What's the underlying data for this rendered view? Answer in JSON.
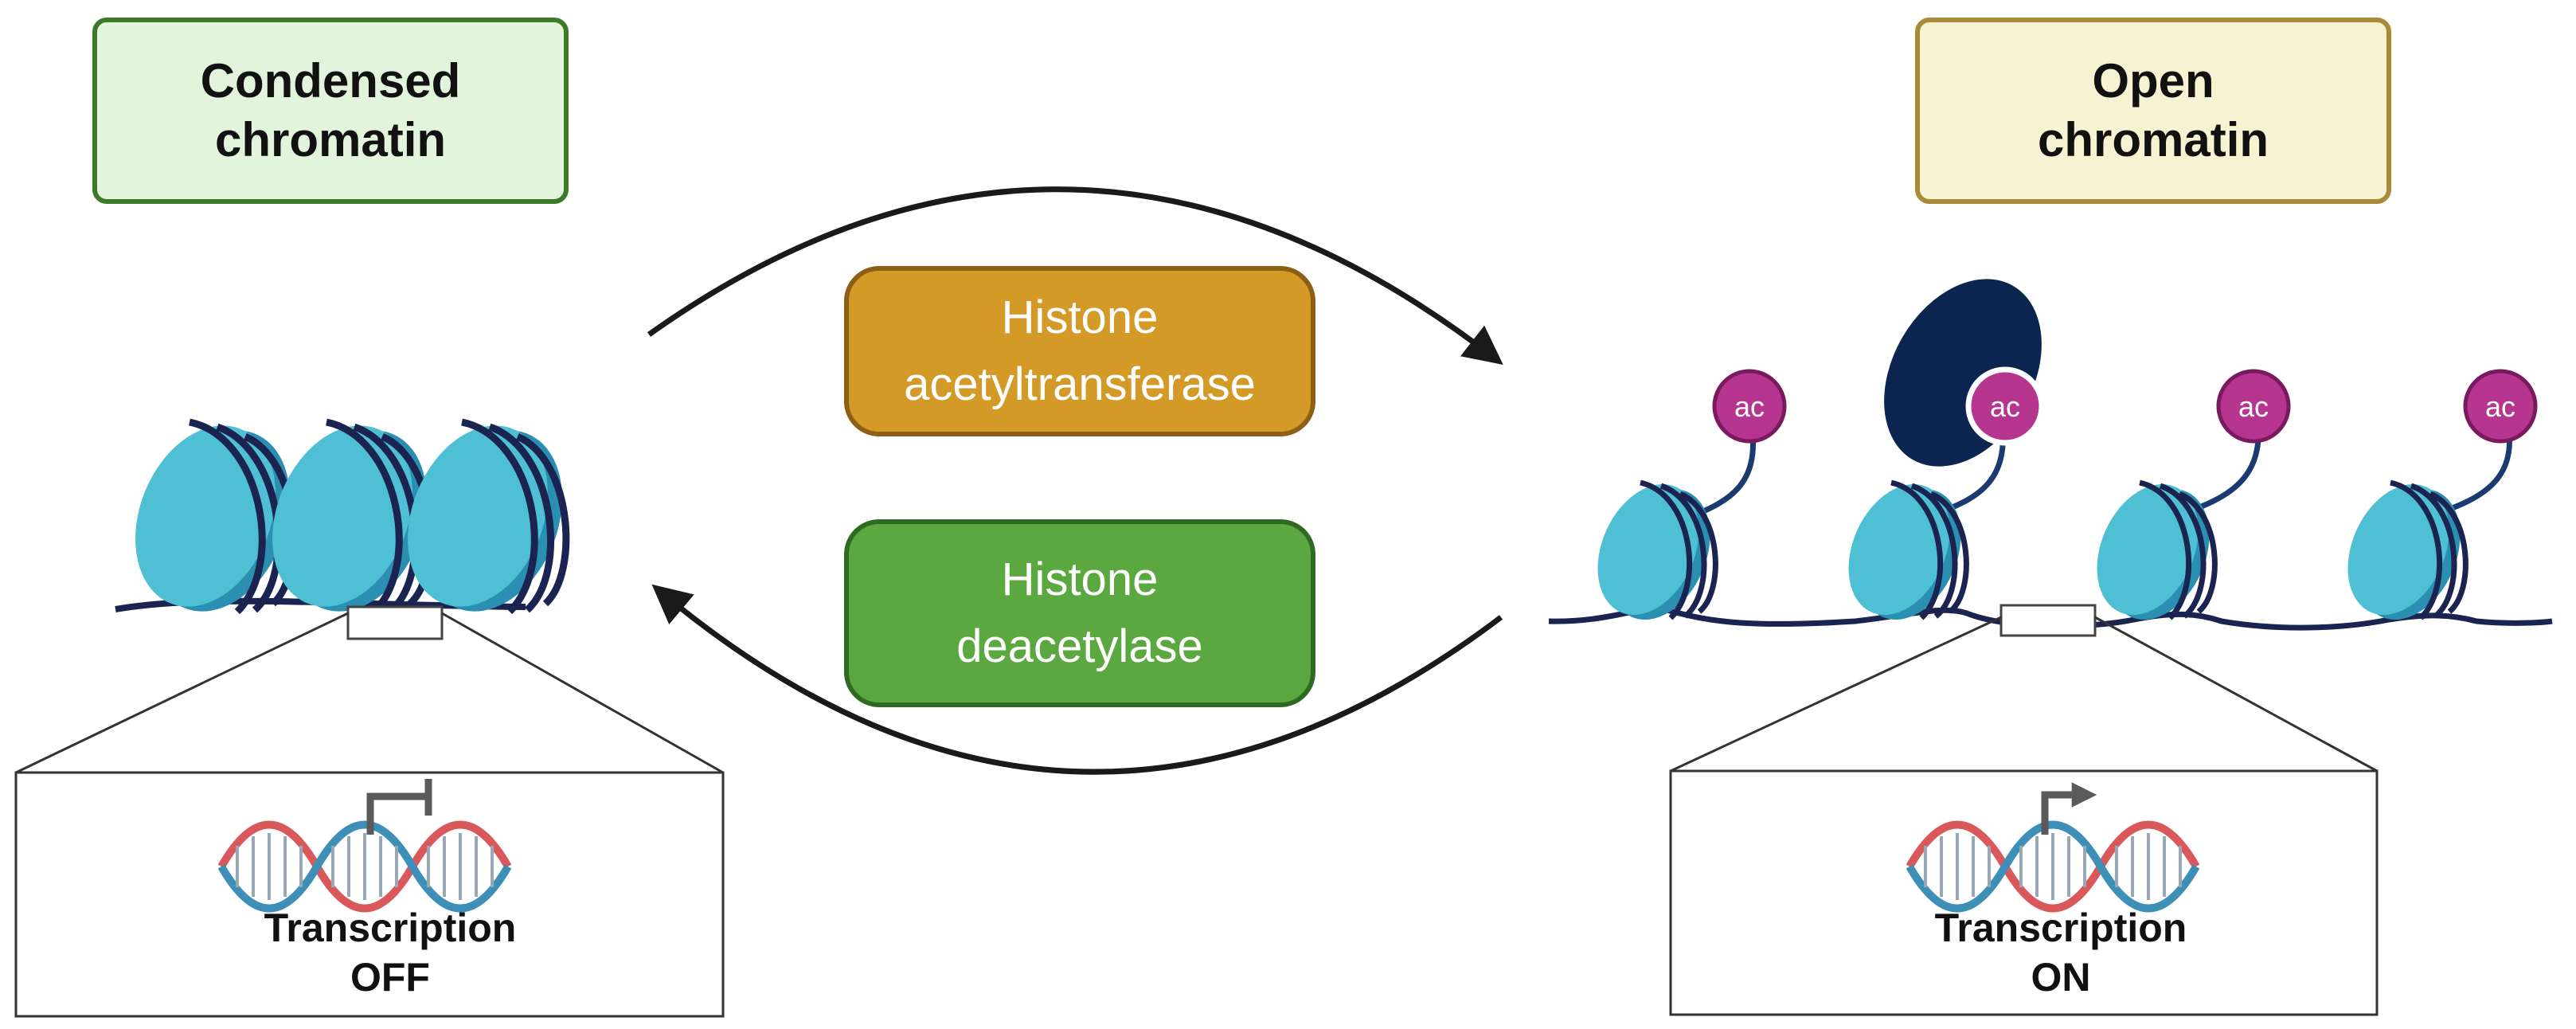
{
  "states": {
    "condensed": {
      "line1": "Condensed",
      "line2": "chromatin"
    },
    "open": {
      "line1": "Open",
      "line2": "chromatin"
    }
  },
  "enzymes": {
    "acetyltransferase": {
      "line1": "Histone",
      "line2": "acetyltransferase"
    },
    "deacetylase": {
      "line1": "Histone",
      "line2": "deacetylase"
    }
  },
  "acetyl_marks": [
    "ac",
    "ac",
    "ac",
    "ac"
  ],
  "transcription": {
    "off": {
      "line1": "Transcription",
      "line2": "OFF"
    },
    "on": {
      "line1": "Transcription",
      "line2": "ON"
    }
  },
  "colors": {
    "nucleosome": "#4fbfd4",
    "nucleosome_dark": "#2a8fb0",
    "dna_wrap": "#1b2350",
    "acetyl": "#b5358f",
    "transcription_factor": "#0b2550",
    "dna_red": "#d9585a",
    "dna_blue": "#3e8fb8"
  }
}
